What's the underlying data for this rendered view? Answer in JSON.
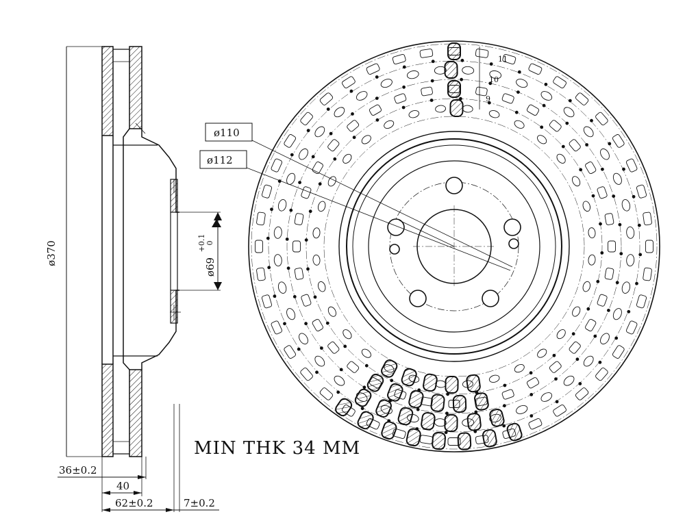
{
  "diagram": {
    "note": "MIN THK 34 MM",
    "side_view": {
      "diameter_label": "ø370",
      "bore_label": "ø69",
      "bore_tol_upper": "+0.1",
      "bore_tol_lower": "0",
      "thickness_label": "36±0.2",
      "width_label": "40",
      "overall_label": "62±0.2",
      "offset_label": "7±0.2"
    },
    "front_view": {
      "pcd_label_1": "ø110",
      "pcd_label_2": "ø112",
      "pad_marks": [
        "11",
        "10",
        "9"
      ]
    }
  }
}
